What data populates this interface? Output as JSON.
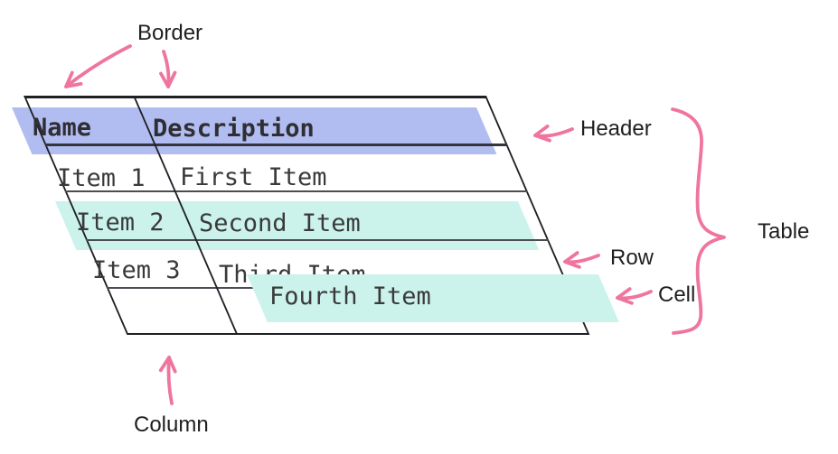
{
  "annotations": {
    "border": "Border",
    "header": "Header",
    "table": "Table",
    "row": "Row",
    "cell": "Cell",
    "column": "Column"
  },
  "table": {
    "header": {
      "name": "Name",
      "description": "Description"
    },
    "rows": [
      {
        "name": "Item 1",
        "description": "First Item"
      },
      {
        "name": "Item 2",
        "description": "Second Item"
      },
      {
        "name": "Item 3",
        "description": "Third Item"
      },
      {
        "name": "",
        "description": "Fourth Item"
      }
    ]
  },
  "colors": {
    "annotation_pink": "#ef759f",
    "header_highlight": "#b1bdf1",
    "row_highlight": "#cbf3ec",
    "cell_highlight": "#cbf3ec",
    "border_dark": "#202024",
    "table_ink": "#3a3a3a",
    "label_ink": "#1f1f1f"
  }
}
